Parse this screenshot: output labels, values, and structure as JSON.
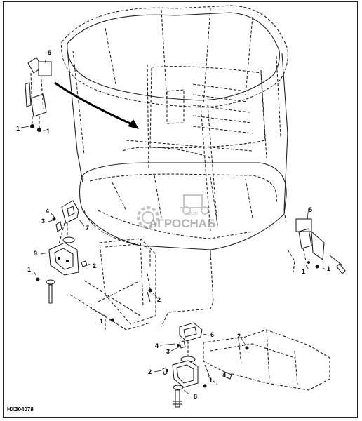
{
  "figure": {
    "id": "HX304078"
  },
  "watermark": {
    "small": "ООО",
    "main": "АГРОСНАБ"
  },
  "callouts": {
    "c1a": "1",
    "c1b": "1",
    "c5a": "5",
    "c4a": "4",
    "c3a": "3",
    "c7": "7",
    "c9": "9",
    "c2a": "2",
    "c1c": "1",
    "c1d": "1",
    "c2b": "2",
    "c1e": "1",
    "c5b": "5",
    "c1f": "1",
    "c1g": "1",
    "c6": "6",
    "c2c": "2",
    "c4b": "4",
    "c3b": "3",
    "c2d": "2",
    "c1h": "1",
    "c8": "8"
  },
  "colors": {
    "line": "#222222",
    "watermark": "#9a9a9a",
    "background": "#ffffff"
  }
}
